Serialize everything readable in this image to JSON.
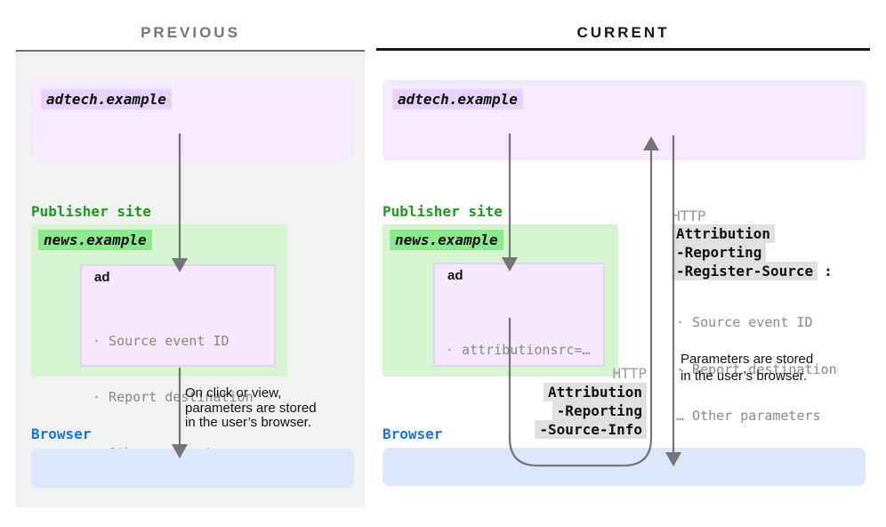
{
  "header": {
    "previous": "PREVIOUS",
    "current": "CURRENT"
  },
  "colors": {
    "panel_background": "#f1f1f1",
    "adtech_box": "#f4e9fd",
    "adtech_highlight": "#e8d2fb",
    "publisher_box": "#d6f4d0",
    "news_highlight": "#8ce88c",
    "publisher_text": "#1e9822",
    "browser_text": "#1a73e8",
    "browser_box": "#dce6fa",
    "http_header_highlight": "#e0e0e0",
    "muted_text": "#8a8a8a",
    "arrow": "#757575"
  },
  "previous": {
    "adtech_label": "adtech.example",
    "publisher_label": "Publisher site",
    "news_label": "news.example",
    "ad_title": "ad",
    "ad_items": [
      "· Source event ID",
      "· Report destination",
      "… Other parameters"
    ],
    "note_lines": [
      "On click or view,",
      "parameters are stored",
      "in the user’s browser."
    ],
    "browser_label": "Browser"
  },
  "current": {
    "adtech_label": "adtech.example",
    "publisher_label": "Publisher site",
    "news_label": "news.example",
    "ad_title": "ad",
    "ad_items": [
      "· attributionsrc=…"
    ],
    "request": {
      "http": "HTTP",
      "header_lines": [
        "Attribution",
        "-Reporting",
        "-Source-Info"
      ]
    },
    "response": {
      "http": "HTTP",
      "header_lines": [
        "Attribution",
        "-Reporting",
        "-Register-Source"
      ],
      "colon": ":",
      "items": [
        "· Source event ID",
        "· Report destination",
        "… Other parameters"
      ]
    },
    "note_lines": [
      "Parameters are stored",
      "in the user’s browser."
    ],
    "browser_label": "Browser"
  }
}
